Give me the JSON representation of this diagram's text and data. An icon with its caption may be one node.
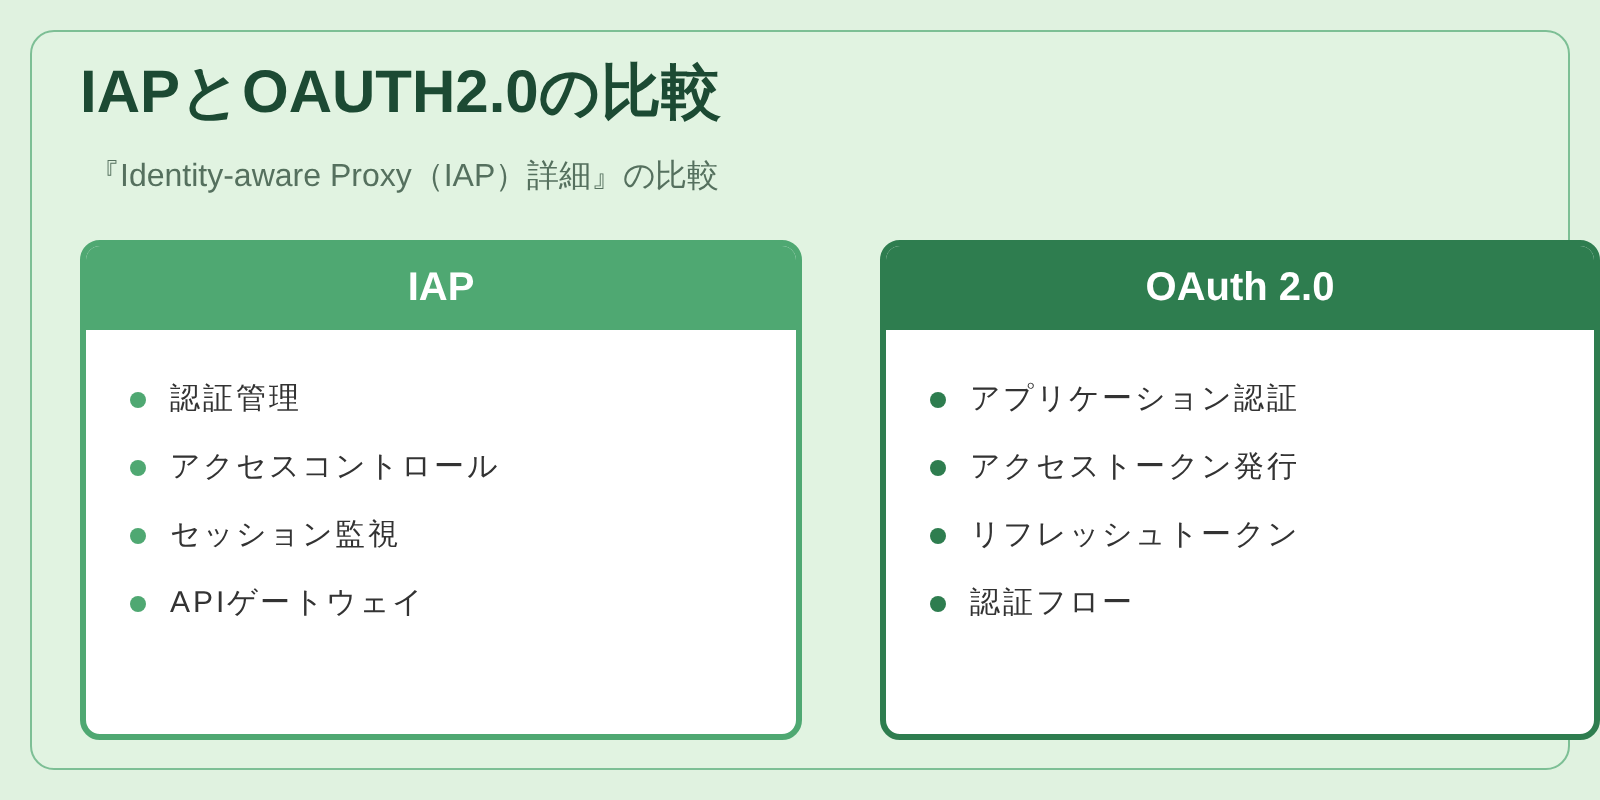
{
  "diagram": {
    "title": "IAPとOAUTH2.0の比較",
    "nodes": [
      {
        "text": [
          "IAP",
          "認証管理",
          "アクセスコントロール",
          "セッション監視",
          "APIゲートウェイ"
        ]
      },
      {
        "text": [
          "OAuth 2.0",
          "アプリケーション認証",
          "アクセストークン発行",
          "リフレッシュトークン",
          "認証フロー"
        ]
      }
    ],
    "labels": [
      "『Identity-aware Proxy（IAP）詳細』の比較"
    ]
  }
}
